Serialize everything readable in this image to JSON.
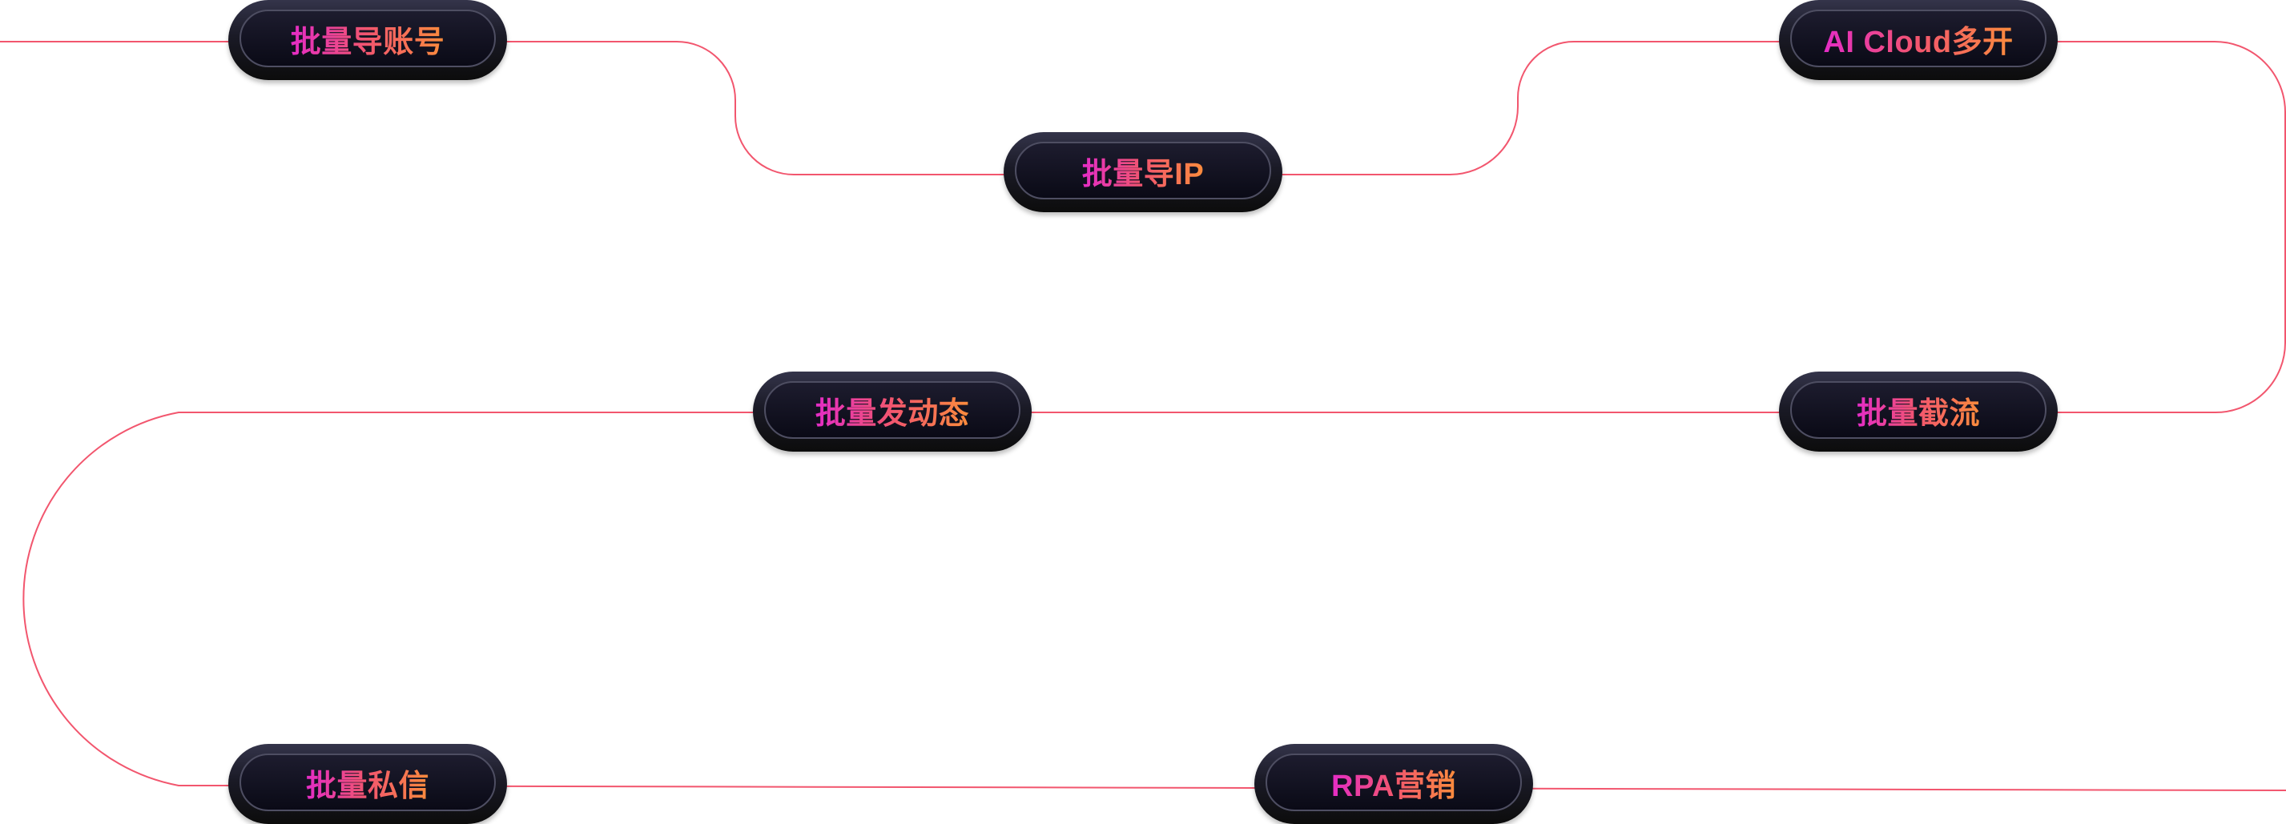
{
  "flow": {
    "accent_line_color": "#f2566e",
    "node_label_gradient": [
      "#e42cc6",
      "#f2566e",
      "#fb8c3c"
    ],
    "node_background": "#0a0a16",
    "steps": [
      {
        "label": "批量导账号"
      },
      {
        "label": "批量导IP"
      },
      {
        "label": "AI Cloud多开"
      },
      {
        "label": "批量发动态"
      },
      {
        "label": "批量截流"
      },
      {
        "label": "批量私信"
      },
      {
        "label": "RPA营销"
      }
    ]
  }
}
